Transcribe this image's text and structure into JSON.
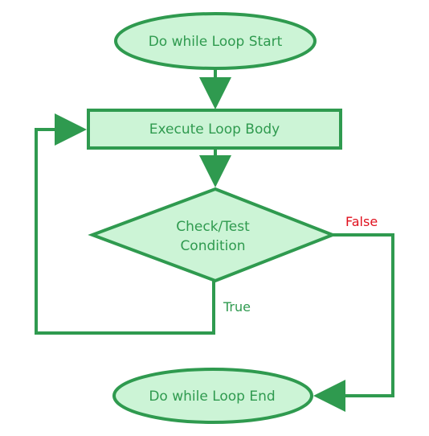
{
  "diagram": {
    "nodes": {
      "start": {
        "label": "Do while Loop Start"
      },
      "body": {
        "label": "Execute Loop Body"
      },
      "condition": {
        "line1": "Check/Test",
        "line2": "Condition"
      },
      "end": {
        "label": "Do while Loop End"
      }
    },
    "edges": {
      "false_label": "False",
      "true_label": "True"
    }
  },
  "colors": {
    "stroke": "#2f9a4f",
    "fill": "#ccf4d6",
    "text": "#2f9a4f",
    "false_label": "#e0101d"
  }
}
